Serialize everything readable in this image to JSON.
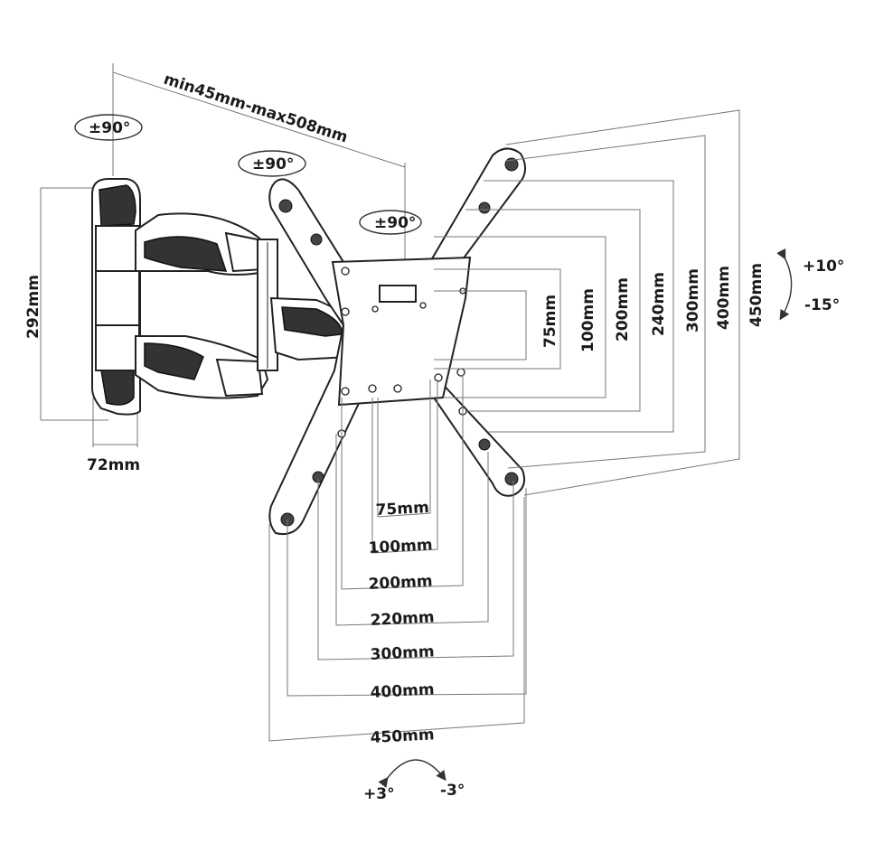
{
  "diagram": {
    "arm_extension": "min45mm-max508mm",
    "wall_swivel": "±90°",
    "arm_swivel": "±90°",
    "head_swivel": "±90°",
    "wall_plate_height": "292mm",
    "wall_plate_depth": "72mm",
    "tilt_up": "+10°",
    "tilt_down": "-15°",
    "level_plus": "+3°",
    "level_minus": "-3°",
    "vesa_vertical": [
      "75mm",
      "100mm",
      "200mm",
      "240mm",
      "300mm",
      "400mm",
      "450mm"
    ],
    "vesa_horizontal": [
      "75mm",
      "100mm",
      "200mm",
      "220mm",
      "300mm",
      "400mm",
      "450mm"
    ]
  }
}
